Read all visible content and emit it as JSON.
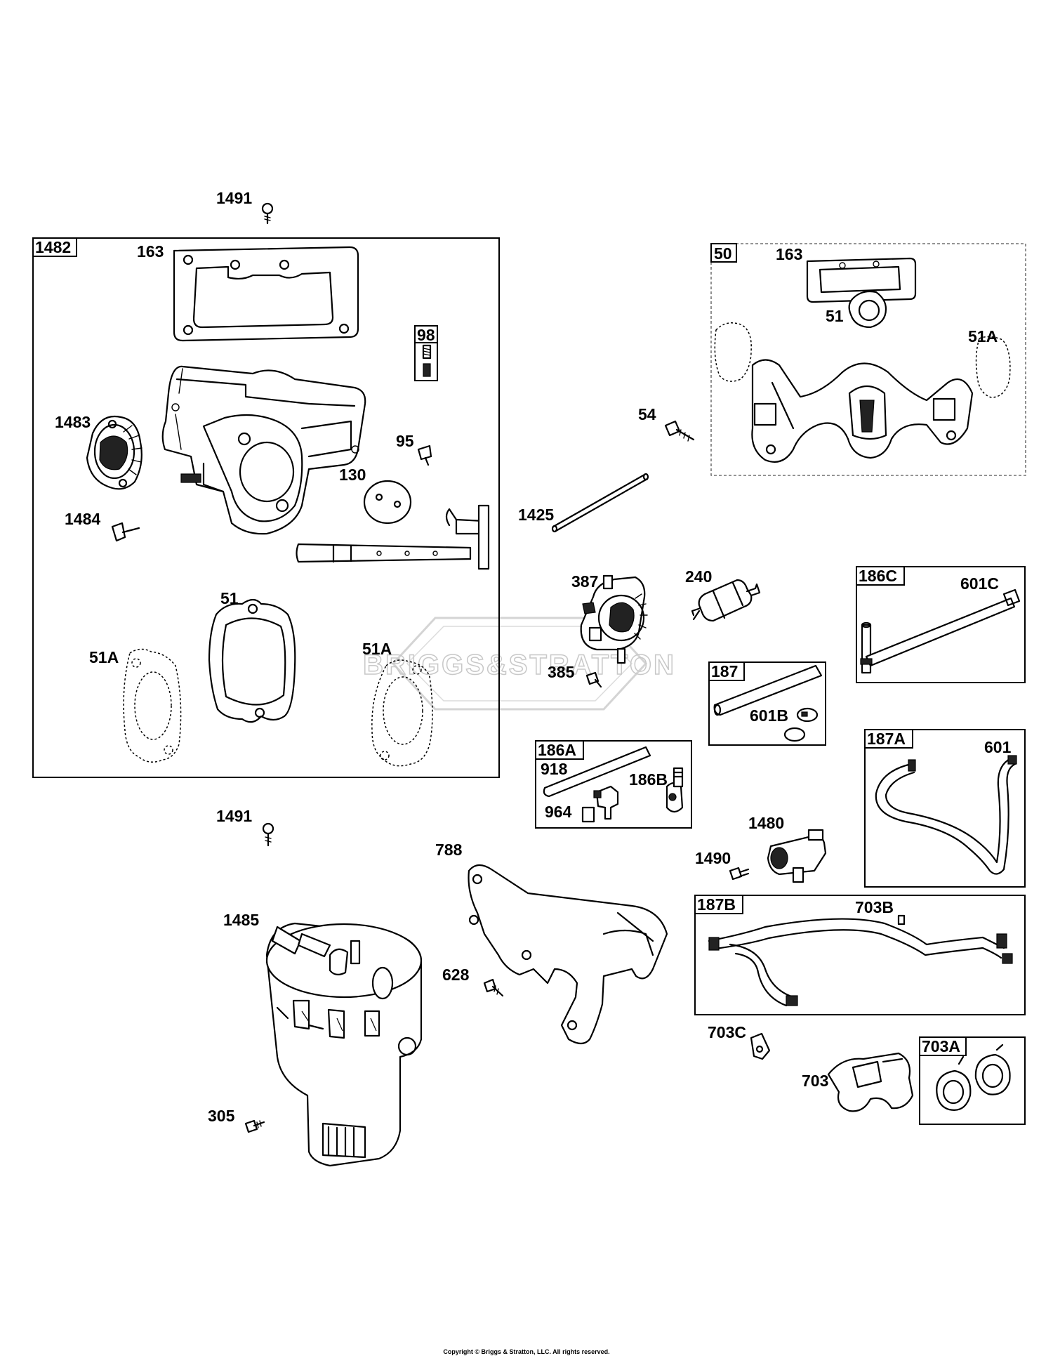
{
  "watermark": "BRIGGS&STRATTON",
  "copyright": "Copyright © Briggs & Stratton, LLC. All rights reserved.",
  "boxes": {
    "b1482": "1482",
    "b98": "98",
    "b50": "50",
    "b186C": "186C",
    "b187": "187",
    "b186A": "186A",
    "b187A": "187A",
    "b187B": "187B",
    "b703A": "703A"
  },
  "labels": {
    "l1491a": "1491",
    "l163a": "163",
    "l1483": "1483",
    "l95": "95",
    "l130": "130",
    "l1484": "1484",
    "l51a": "51",
    "l51Aa": "51A",
    "l51Ab": "51A",
    "l163b": "163",
    "l51b": "51",
    "l51Ac": "51A",
    "l54": "54",
    "l1425": "1425",
    "l387": "387",
    "l240": "240",
    "l385": "385",
    "l601C": "601C",
    "l601B": "601B",
    "l918": "918",
    "l186B": "186B",
    "l964": "964",
    "l601": "601",
    "l1491b": "1491",
    "l788": "788",
    "l1480": "1480",
    "l1490": "1490",
    "l1485": "1485",
    "l703B": "703B",
    "l628": "628",
    "l703C": "703C",
    "l703": "703",
    "l305": "305"
  }
}
